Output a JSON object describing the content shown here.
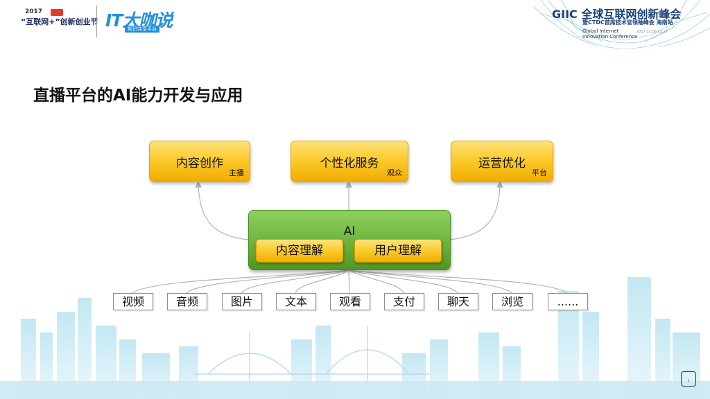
{
  "header": {
    "left_logo": {
      "year": "2017",
      "name": "“互联网+”创新创业节"
    },
    "it_logo": {
      "title": "IT大咖说",
      "subtitle": "知识共享平台"
    },
    "giic": {
      "brand": "GIIC 全球互联网创新峰会",
      "line2": "暨CTDC首席技术官领袖峰会 海南站",
      "en_line1": "Global Internet",
      "en_line2": "Innovation Conference",
      "date": "2017.12.16-12.17"
    }
  },
  "title": "直播平台的AI能力开发与应用",
  "applications": [
    {
      "label": "内容创作",
      "sub": "主播"
    },
    {
      "label": "个性化服务",
      "sub": "观众"
    },
    {
      "label": "运营优化",
      "sub": "平台"
    }
  ],
  "ai_box": {
    "label": "AI",
    "items": [
      "内容理解",
      "用户理解"
    ]
  },
  "inputs": [
    "视频",
    "音频",
    "图片",
    "文本",
    "观看",
    "支付",
    "聊天",
    "浏览",
    "......"
  ],
  "colors": {
    "yellow": "#fbcb2c",
    "green": "#6fb33c",
    "connector": "#b3b3b3"
  }
}
